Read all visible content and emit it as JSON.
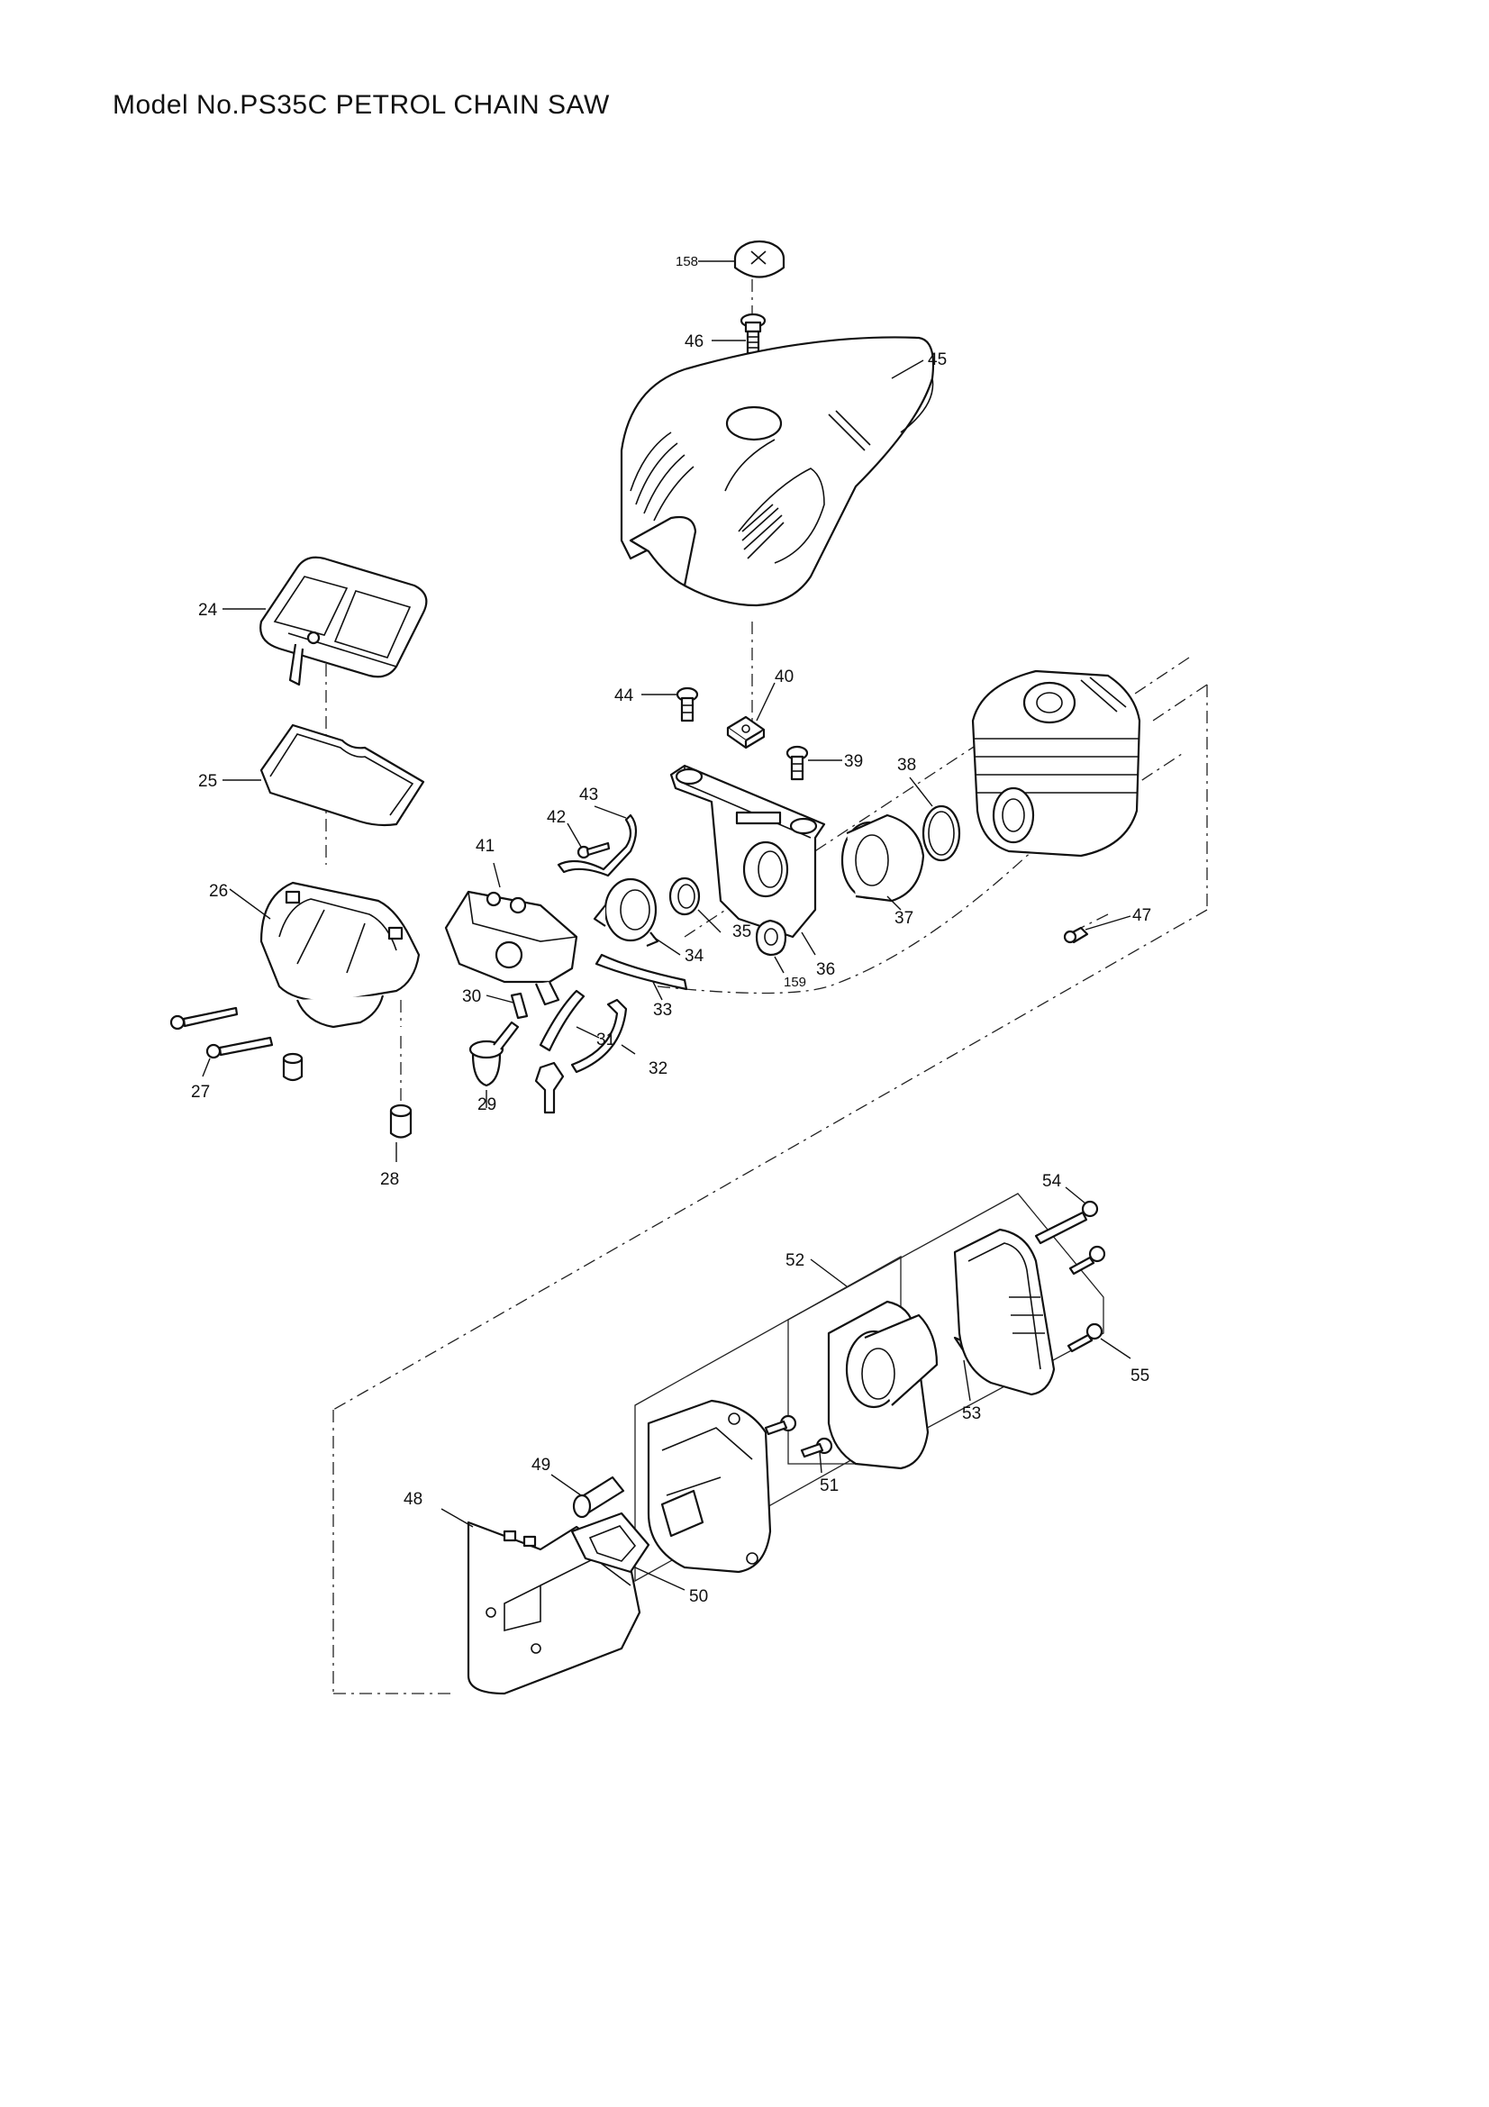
{
  "title": "Model No.PS35C PETROL CHAIN SAW",
  "parts": [
    {
      "id": "p158",
      "label": "158"
    },
    {
      "id": "p46",
      "label": "46"
    },
    {
      "id": "p45",
      "label": "45"
    },
    {
      "id": "p24",
      "label": "24"
    },
    {
      "id": "p25",
      "label": "25"
    },
    {
      "id": "p26",
      "label": "26"
    },
    {
      "id": "p27",
      "label": "27"
    },
    {
      "id": "p28",
      "label": "28"
    },
    {
      "id": "p29",
      "label": "29"
    },
    {
      "id": "p30",
      "label": "30"
    },
    {
      "id": "p31",
      "label": "31"
    },
    {
      "id": "p32",
      "label": "32"
    },
    {
      "id": "p33",
      "label": "33"
    },
    {
      "id": "p34",
      "label": "34"
    },
    {
      "id": "p35",
      "label": "35"
    },
    {
      "id": "p36",
      "label": "36"
    },
    {
      "id": "p37",
      "label": "37"
    },
    {
      "id": "p38",
      "label": "38"
    },
    {
      "id": "p39",
      "label": "39"
    },
    {
      "id": "p40",
      "label": "40"
    },
    {
      "id": "p41",
      "label": "41"
    },
    {
      "id": "p42",
      "label": "42"
    },
    {
      "id": "p43",
      "label": "43"
    },
    {
      "id": "p44",
      "label": "44"
    },
    {
      "id": "p47",
      "label": "47"
    },
    {
      "id": "p159",
      "label": "159"
    },
    {
      "id": "p48",
      "label": "48"
    },
    {
      "id": "p49",
      "label": "49"
    },
    {
      "id": "p50",
      "label": "50"
    },
    {
      "id": "p51",
      "label": "51"
    },
    {
      "id": "p52",
      "label": "52"
    },
    {
      "id": "p53",
      "label": "53"
    },
    {
      "id": "p54",
      "label": "54"
    },
    {
      "id": "p55",
      "label": "55"
    }
  ]
}
